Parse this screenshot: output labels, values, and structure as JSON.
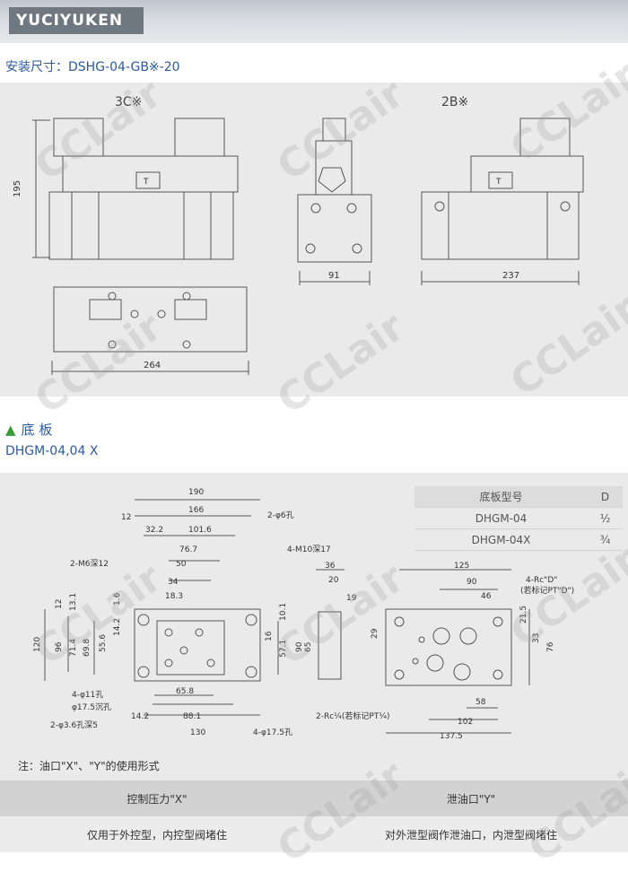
{
  "header": {
    "brand": "YUCIYUKEN"
  },
  "install": {
    "title": "安装尺寸：DSHG-04-GB※-20",
    "view_3c": "3C※",
    "view_2b": "2B※",
    "dim_195": "195",
    "dim_91": "91",
    "dim_237": "237",
    "dim_264": "264"
  },
  "baseplate": {
    "heading": "底 板",
    "heading_icon": "triangle-icon",
    "model": "DHGM-04,04 X",
    "table": {
      "headers": [
        "底板型号",
        "D"
      ],
      "rows": [
        [
          "DHGM-04",
          "½"
        ],
        [
          "DHGM-04X",
          "¾"
        ]
      ]
    },
    "dims": {
      "d190": "190",
      "d12": "12",
      "d166": "166",
      "d32_2": "32.2",
      "d101_6": "101.6",
      "d76_7": "76.7",
      "d50": "50",
      "d34": "34",
      "d18_3": "18.3",
      "d2_6": "2-φ6孔",
      "d4_m10": "4-M10深17",
      "d2_m6": "2-M6深12",
      "d120": "120",
      "d96": "96",
      "d71_4": "71.4",
      "d69_8": "69.8",
      "d55_6": "55.6",
      "d14_2": "14.2",
      "d1_6": "1.6",
      "d12b": "12",
      "d13_1": "13.1",
      "d10_1": "10.1",
      "d16": "16",
      "d57_1": "57.1",
      "d90v": "90",
      "d4_11": "4-φ11孔",
      "d17_5c": "φ17.5沉孔",
      "d2_3_6": "2-φ3.6孔深5",
      "d65_8": "65.8",
      "d14_2b": "14.2",
      "d88_1": "88.1",
      "d130": "130",
      "d4_17_5": "4-φ17.5孔",
      "d36": "36",
      "d20": "20",
      "d19": "19",
      "d65": "65",
      "d125": "125",
      "d90": "90",
      "d46": "46",
      "d4_rc": "4-Rc\"D\"",
      "d4_rc_note": "(若标记PT\"D\")",
      "d21_5": "21.5",
      "d29": "29",
      "d33": "33",
      "d76": "76",
      "d58": "58",
      "d102": "102",
      "d137_5": "137.5",
      "d2_rc": "2-Rc¼(若标记PT¼)"
    },
    "note": "注：油口\"X\"、\"Y\"的使用形式",
    "ports": {
      "headers": [
        "控制压力\"X\"",
        "泄油口\"Y\""
      ],
      "values": [
        "仅用于外控型，内控型阀堵住",
        "对外泄型阀作泄油口，内泄型阀堵住"
      ]
    }
  },
  "watermark": "CCLair"
}
